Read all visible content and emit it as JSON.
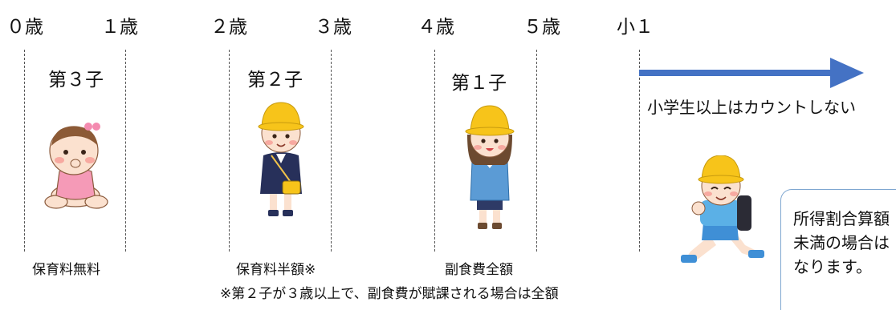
{
  "timeline": {
    "ages": [
      "０歳",
      "１歳",
      "２歳",
      "３歳",
      "４歳",
      "５歳",
      "小１"
    ]
  },
  "children": [
    {
      "label": "第３子",
      "caption": "保育料無料"
    },
    {
      "label": "第２子",
      "caption": "保育料半額※"
    },
    {
      "label": "第１子",
      "caption": "副食費全額"
    }
  ],
  "footnote": "※第２子が３歳以上で、副食費が賦課される場合は全額",
  "primary_school": {
    "note": "小学生以上はカウントしない"
  },
  "callout": {
    "lines": [
      "所得割合算額",
      "未満の場合は",
      "なります。"
    ]
  },
  "colors": {
    "arrow": "#4472c4",
    "callout_border": "#7ea6d0",
    "hat": "#f7c41a",
    "uniform_navy": "#27305a",
    "dress_blue": "#5b9bd5",
    "sports_blue": "#3f8fd6"
  }
}
